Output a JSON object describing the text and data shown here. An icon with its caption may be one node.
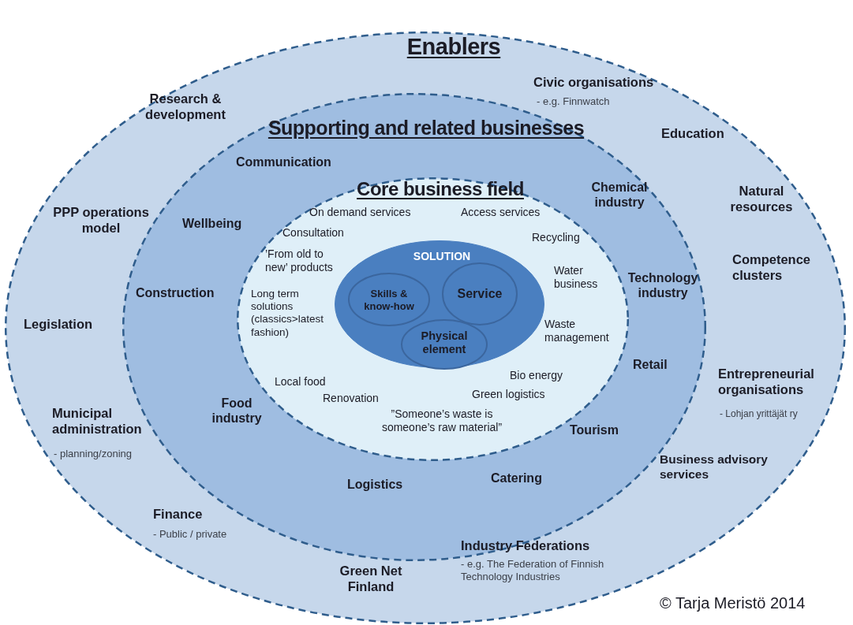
{
  "diagram": {
    "nodes": [
      {
        "text": [
          "Enablers",
          "Research & development",
          "Civic organisations",
          "- e.g. Finnwatch",
          "Education",
          "PPP operations model",
          "Natural resources",
          "Competence clusters",
          "Legislation",
          "Entrepreneurial organisations",
          "- Lohjan yrittäjät ry",
          "Municipal administration",
          "- planning/zoning",
          "Business advisory services",
          "Finance",
          "- Public / private",
          "Industry Federations",
          "- e.g. The Federation of Finnish Technology Industries",
          "Green Net Finland"
        ]
      },
      {
        "text": [
          "Supporting and related businesses",
          "Communication",
          "Wellbeing",
          "Chemical industry",
          "Construction",
          "Technology industry",
          "Retail",
          "Food industry",
          "Tourism",
          "Logistics",
          "Catering"
        ],
        "in": 0
      },
      {
        "text": [
          "Core business field",
          "On demand services",
          "Access services",
          "Consultation",
          "Recycling",
          "’From old to new’ products",
          "Water business",
          "Long term solutions (classics>latest fashion)",
          "Waste management",
          "Bio energy",
          "Local food",
          "Renovation",
          "Green logistics",
          "”Someone’s waste is someone’s raw material”"
        ],
        "in": 1
      },
      {
        "text": [
          "SOLUTION"
        ],
        "in": 2
      },
      {
        "text": [
          "Skills & know-how"
        ],
        "in": 3
      },
      {
        "text": [
          "Service"
        ],
        "in": 3
      },
      {
        "text": [
          "Physical element"
        ],
        "in": 3
      }
    ],
    "labels": [
      "© Tarja Meristö 2014"
    ]
  }
}
